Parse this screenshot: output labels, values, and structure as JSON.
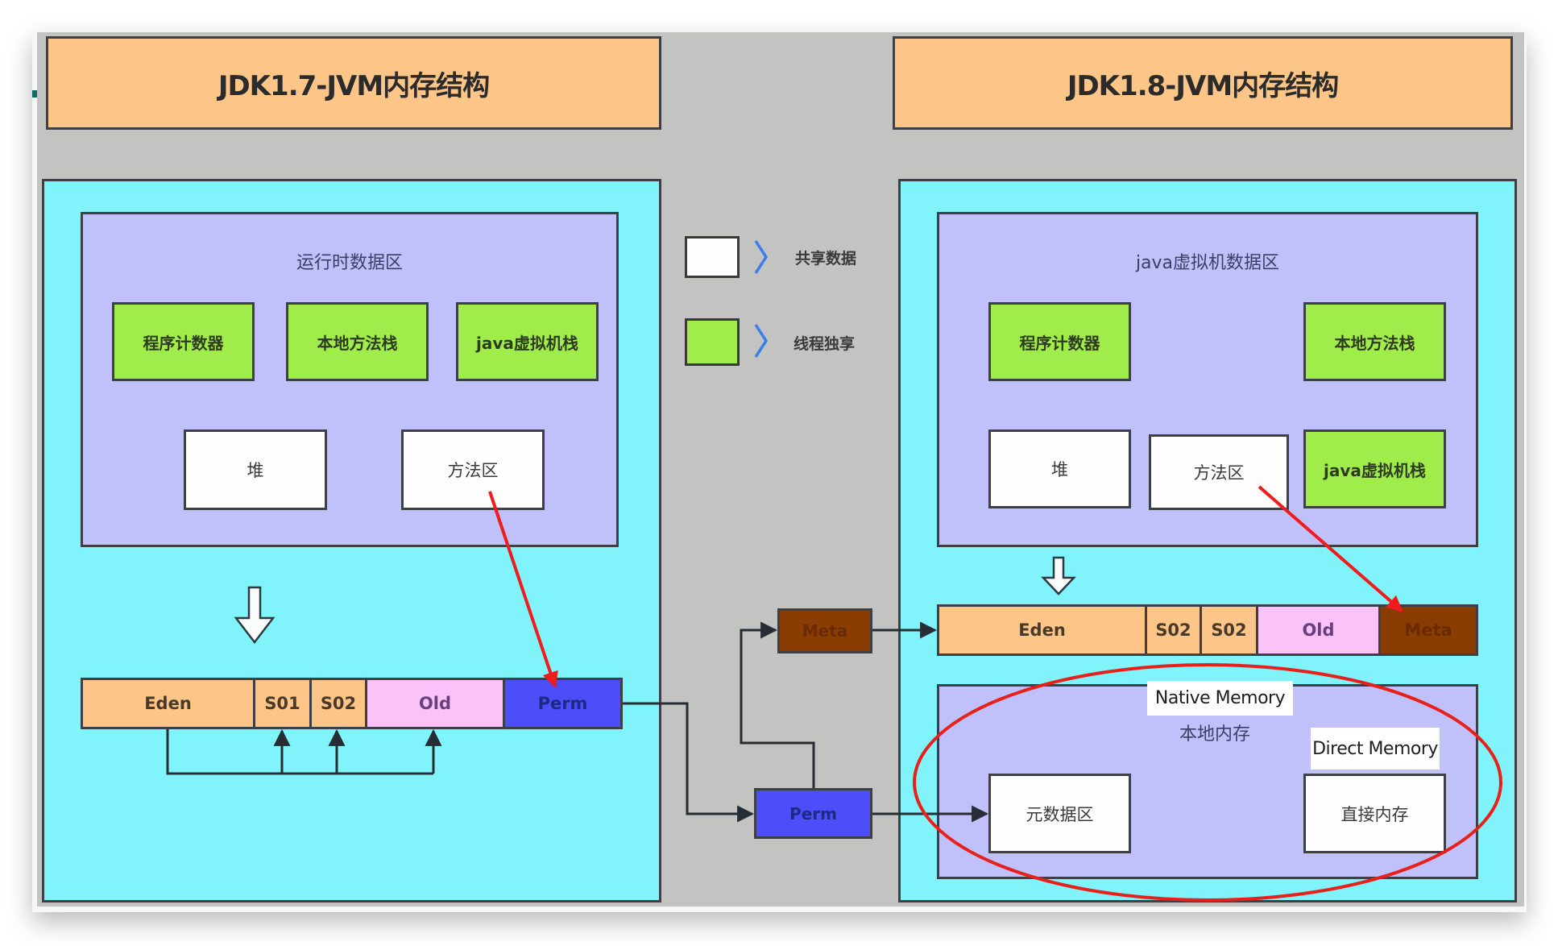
{
  "jdk17": {
    "title": "JDK1.7-JVM内存结构",
    "runtime_area_title": "运行时数据区",
    "thread_private": [
      "程序计数器",
      "本地方法栈",
      "java虚拟机栈"
    ],
    "shared": [
      "堆",
      "方法区"
    ],
    "heap_bar": [
      "Eden",
      "S01",
      "S02",
      "Old",
      "Perm"
    ]
  },
  "jdk18": {
    "title": "JDK1.8-JVM内存结构",
    "jvm_area_title": "java虚拟机数据区",
    "program_counter": "程序计数器",
    "native_method_stack": "本地方法栈",
    "heap": "堆",
    "method_area": "方法区",
    "java_vm_stack": "java虚拟机栈",
    "heap_bar": [
      "Eden",
      "S02",
      "S02",
      "Old",
      "Meta"
    ],
    "native_memory": {
      "label_en": "Native Memory",
      "label_cn": "本地内存",
      "metaspace": "元数据区",
      "direct_memory_label": "Direct Memory",
      "direct_memory": "直接内存"
    }
  },
  "legend": {
    "shared": "共享数据",
    "thread_private": "线程独享"
  },
  "transition": {
    "meta": "Meta",
    "perm": "Perm"
  },
  "colors": {
    "header": "#fdc587",
    "panel": "#80f3fb",
    "area": "#c0c0fb",
    "thread_private": "#9fec4a",
    "shared": "#fefefe",
    "old": "#f9c3f8",
    "perm": "#4d4df9",
    "meta": "#8a3d02",
    "highlight": "#e8201a"
  }
}
